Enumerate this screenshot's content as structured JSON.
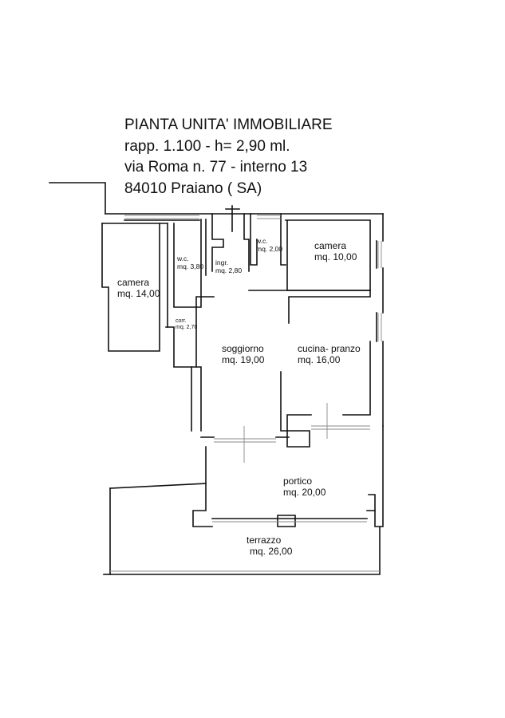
{
  "title": {
    "line1": "PIANTA UNITA' IMMOBILIARE",
    "line2": "rapp. 1.100 - h= 2,90 ml.",
    "line3": "via Roma n. 77 - interno 13",
    "line4": "84010 Praiano   ( SA)"
  },
  "rooms": {
    "camera_left": {
      "name": "camera",
      "area": "mq. 14,00"
    },
    "wc_left": {
      "name": "w.c.",
      "area": "mq. 3,80"
    },
    "ingresso": {
      "name": "ingr.",
      "area": "mq. 2,80"
    },
    "wc_small": {
      "name": "w.c.",
      "area": "mq. 2,00"
    },
    "camera_right": {
      "name": "camera",
      "area": "mq. 10,00"
    },
    "corridoio": {
      "name": "corr.",
      "area": "mq. 2,70"
    },
    "soggiorno": {
      "name": "soggiorno",
      "area": "mq. 19,00"
    },
    "cucina": {
      "name": "cucina- pranzo",
      "area": "mq. 16,00"
    },
    "portico": {
      "name": "portico",
      "area": "mq. 20,00"
    },
    "terrazzo": {
      "name": "terrazzo",
      "area": "mq. 26,00"
    }
  },
  "colors": {
    "wall": "#111111",
    "window": "#888888",
    "background": "#ffffff"
  }
}
